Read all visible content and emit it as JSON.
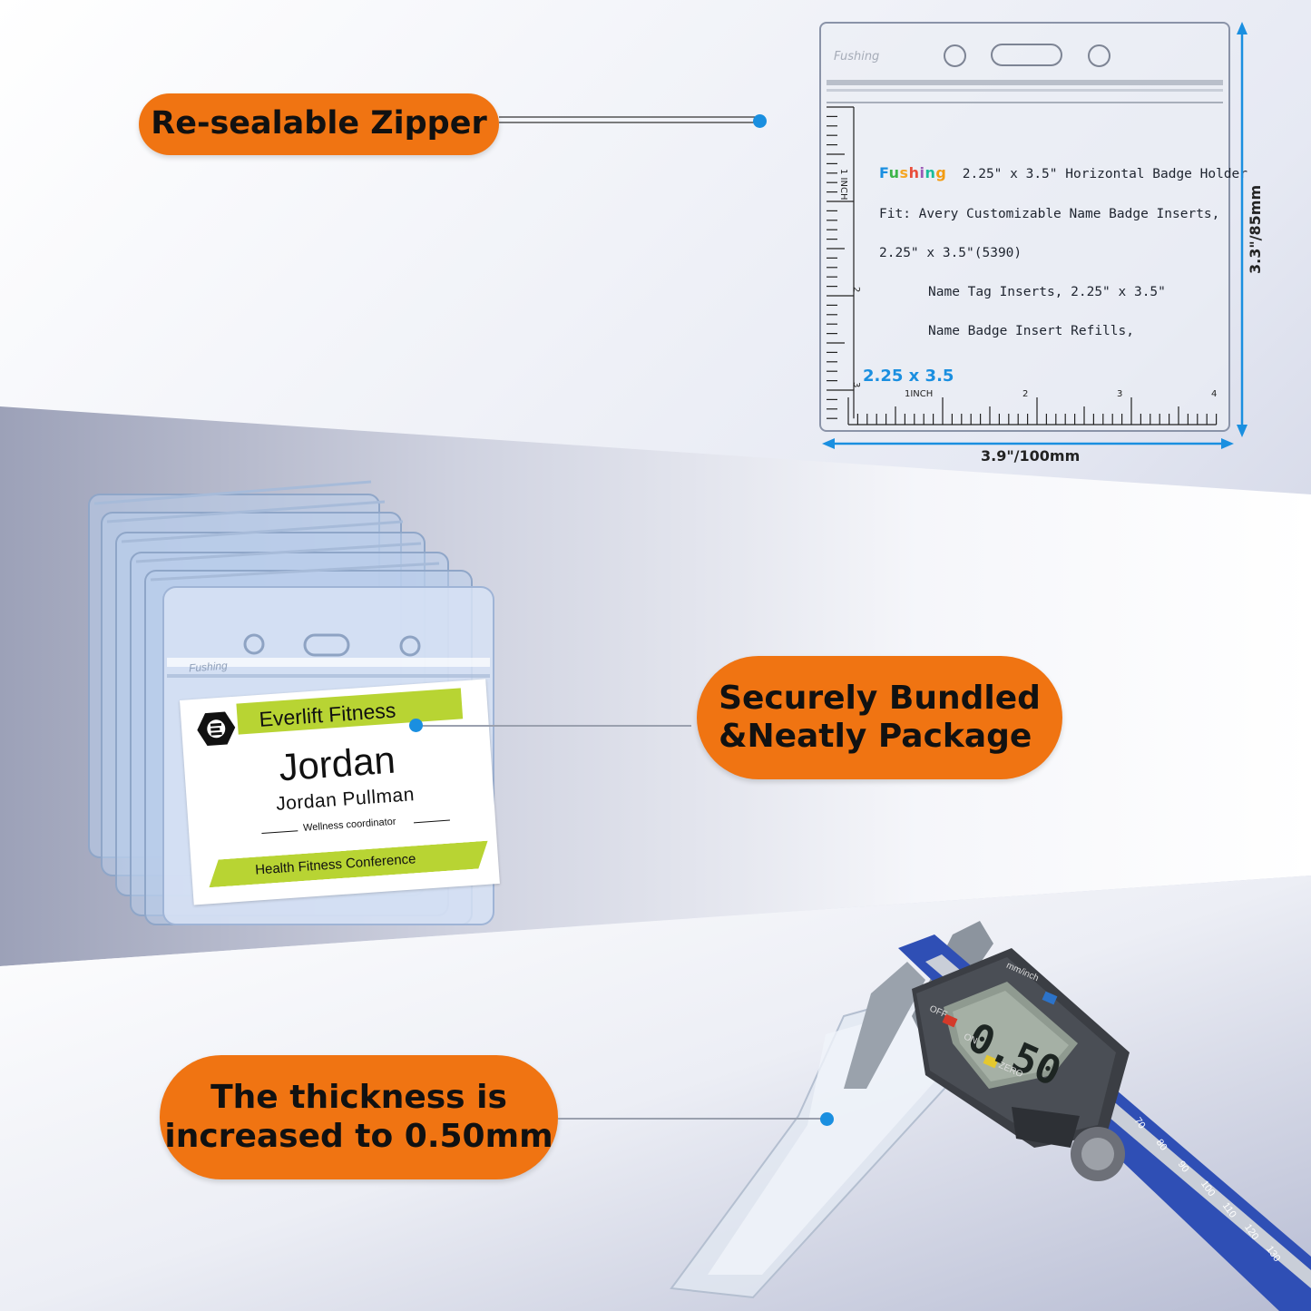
{
  "callouts": {
    "zipper": "Re-sealable Zipper",
    "bundle": "Securely Bundled\n&Neatly Package",
    "thickness": "The thickness is\nincreased to 0.50mm"
  },
  "holder": {
    "brand_faint": "Fushing",
    "brand_color": "Fushing",
    "title": "2.25\" x 3.5\" Horizontal Badge Holder",
    "line1": "Fit: Avery Customizable Name Badge Inserts,",
    "line2": "2.25\" x 3.5\"(5390)",
    "line3": "Name Tag Inserts, 2.25\" x 3.5\"",
    "line4": "Name Badge Insert Refills,",
    "size_label": "2.25 x 3.5",
    "ruler_h": [
      "1INCH",
      "2",
      "3",
      "4"
    ],
    "ruler_v": [
      "1 INCH",
      "2",
      "3"
    ]
  },
  "dimensions": {
    "height": "3.3\"/85mm",
    "width": "3.9\"/100mm"
  },
  "badge": {
    "company": "Everlift Fitness",
    "first_name": "Jordan",
    "full_name": "Jordan Pullman",
    "role": "Wellness coordinator",
    "event": "Health Fitness Conference",
    "holder_brand": "Fushing"
  },
  "caliper": {
    "reading": "0.50",
    "units_button": "mm/inch",
    "off_label": "OFF",
    "on_label": "ON",
    "zero_label": "ZERO",
    "scale_numbers": [
      "70",
      "80",
      "90",
      "100",
      "110",
      "120",
      "130"
    ]
  },
  "colors": {
    "accent_orange": "#f07412",
    "accent_blue": "#1a8fe0",
    "badge_green": "#b8d433"
  }
}
